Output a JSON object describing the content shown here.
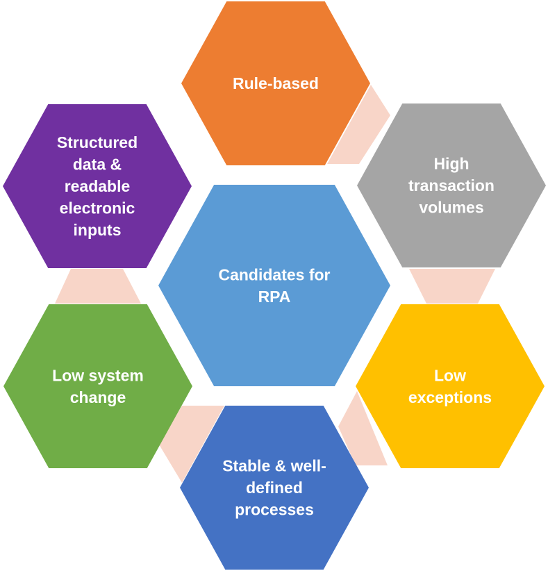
{
  "diagram": {
    "center": {
      "lines": [
        "Candidates for",
        "RPA"
      ],
      "color": "#5b9bd5"
    },
    "nodes": [
      {
        "id": "rule-based",
        "lines": [
          "Rule-based"
        ],
        "color": "#ed7d31"
      },
      {
        "id": "high-transaction-volumes",
        "lines": [
          "High",
          "transaction",
          "volumes"
        ],
        "color": "#a5a5a5"
      },
      {
        "id": "low-exceptions",
        "lines": [
          "Low",
          "exceptions"
        ],
        "color": "#ffc000"
      },
      {
        "id": "stable-well-defined-processes",
        "lines": [
          "Stable & well-",
          "defined",
          "processes"
        ],
        "color": "#4472c4"
      },
      {
        "id": "low-system-change",
        "lines": [
          "Low system",
          "change"
        ],
        "color": "#70ad47"
      },
      {
        "id": "structured-data-inputs",
        "lines": [
          "Structured",
          "data &",
          "readable",
          "electronic",
          "inputs"
        ],
        "color": "#7030a0"
      }
    ],
    "connector_color": "#f8d5c8"
  }
}
